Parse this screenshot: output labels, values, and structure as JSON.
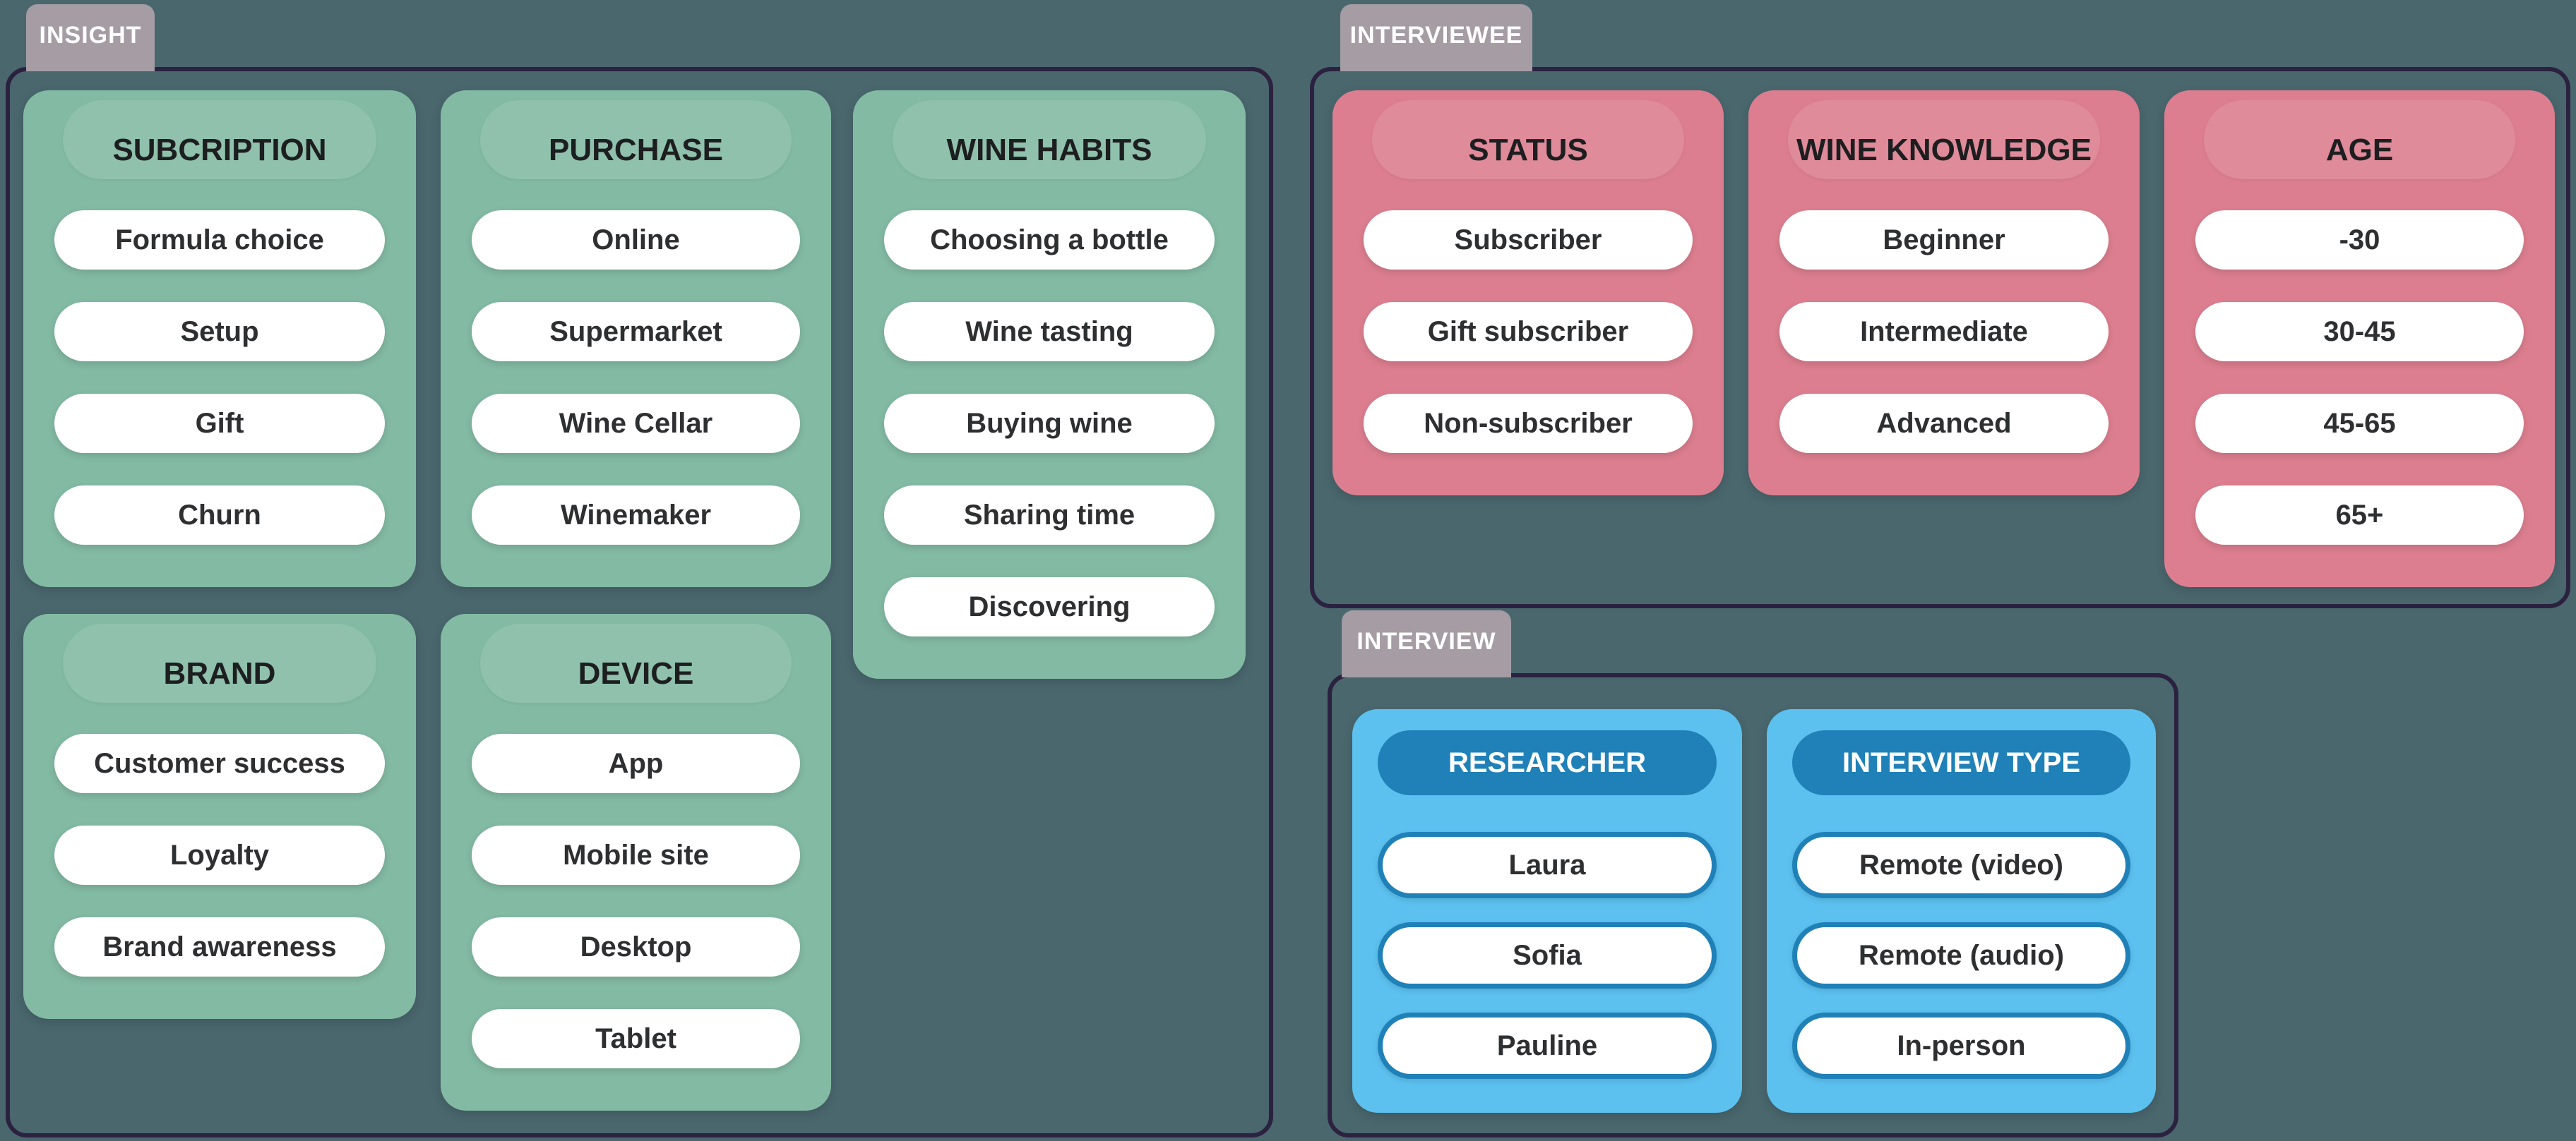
{
  "sections": [
    {
      "label": "INSIGHT",
      "groups": [
        {
          "title": "SUBCRIPTION",
          "items": [
            "Formula choice",
            "Setup",
            "Gift",
            "Churn"
          ]
        },
        {
          "title": "PURCHASE",
          "items": [
            "Online",
            "Supermarket",
            "Wine Cellar",
            "Winemaker"
          ]
        },
        {
          "title": "WINE HABITS",
          "items": [
            "Choosing a bottle",
            "Wine tasting",
            "Buying wine",
            "Sharing time",
            "Discovering"
          ]
        },
        {
          "title": "BRAND",
          "items": [
            "Customer success",
            "Loyalty",
            "Brand awareness"
          ]
        },
        {
          "title": "DEVICE",
          "items": [
            "App",
            "Mobile site",
            "Desktop",
            "Tablet"
          ]
        }
      ]
    },
    {
      "label": "INTERVIEWEE",
      "groups": [
        {
          "title": "STATUS",
          "items": [
            "Subscriber",
            "Gift subscriber",
            "Non-subscriber"
          ]
        },
        {
          "title": "WINE KNOWLEDGE",
          "items": [
            "Beginner",
            "Intermediate",
            "Advanced"
          ]
        },
        {
          "title": "AGE",
          "items": [
            "-30",
            "30-45",
            "45-65",
            "65+"
          ]
        }
      ]
    },
    {
      "label": "INTERVIEW",
      "groups": [
        {
          "title": "RESEARCHER",
          "items": [
            "Laura",
            "Sofia",
            "Pauline"
          ]
        },
        {
          "title": "INTERVIEW TYPE",
          "items": [
            "Remote (video)",
            "Remote (audio)",
            "In-person"
          ]
        }
      ]
    }
  ],
  "colors": {
    "background": "#4A676E",
    "section_border": "#2B2140",
    "tab_background": "#A59CA4",
    "tab_text": "#FFFFFF",
    "green_card": "#83BAA3",
    "pink_card": "#DC7E8F",
    "blue_card": "#5CC1EF",
    "blue_header": "#1F81B8",
    "pill_background": "#FFFFFF",
    "pill_text": "#2E2F31"
  }
}
